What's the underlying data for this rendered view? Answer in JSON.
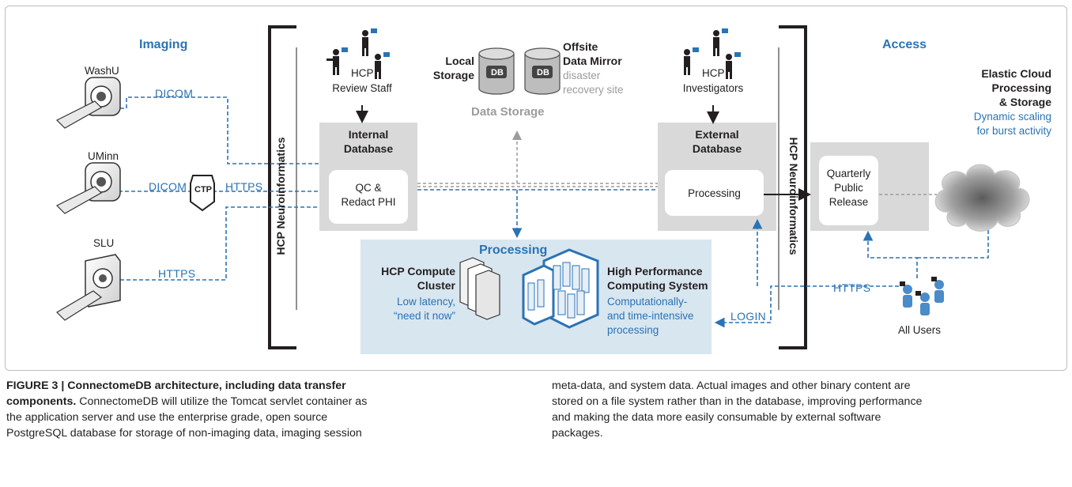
{
  "diagram": {
    "imaging_title": "Imaging",
    "access_title": "Access",
    "sites": {
      "washu": "WashU",
      "uminn": "UMinn",
      "slu": "SLU"
    },
    "protocols": {
      "dicom_washu": "DICOM",
      "dicom_uminn": "DICOM",
      "ctp": "CTP",
      "https_uminn": "HTTPS",
      "https_slu": "HTTPS",
      "https_users": "HTTPS",
      "login": "LOGIN"
    },
    "hcp_neuroinformatics_left": "HCP Neuroinformatics",
    "hcp_neuroinformatics_right": "HCP Neuroinformatics",
    "review_staff": {
      "line1": "HCP",
      "line2": "Review Staff"
    },
    "investigators": {
      "line1": "HCP",
      "line2": "Investigators"
    },
    "internal_db": {
      "title_line1": "Internal",
      "title_line2": "Database",
      "inner_line1": "QC &",
      "inner_line2": "Redact PHI"
    },
    "external_db": {
      "title_line1": "External",
      "title_line2": "Database",
      "inner": "Processing"
    },
    "storage": {
      "local_line1": "Local",
      "local_line2": "Storage",
      "db_label_1": "DB",
      "db_label_2": "DB",
      "offsite_line1": "Offsite",
      "offsite_line2": "Data Mirror",
      "recovery_line1": "disaster",
      "recovery_line2": "recovery site",
      "title": "Data Storage"
    },
    "processing": {
      "title": "Processing",
      "cluster_line1": "HCP Compute",
      "cluster_line2": "Cluster",
      "cluster_desc_line1": "Low latency,",
      "cluster_desc_line2": "“need it now”",
      "hpc_line1": "High Performance",
      "hpc_line2": "Computing System",
      "hpc_desc_line1": "Computationally-",
      "hpc_desc_line2": "and time-intensive",
      "hpc_desc_line3": "processing"
    },
    "release": {
      "line1": "Quarterly",
      "line2": "Public",
      "line3": "Release"
    },
    "cloud": {
      "line1": "Elastic Cloud",
      "line2": "Processing",
      "line3": "& Storage",
      "desc_line1": "Dynamic scaling",
      "desc_line2": "for burst activity"
    },
    "all_users": "All Users"
  },
  "caption": {
    "bold_line1": "FIGURE 3 | ConnectomeDB architecture, including data transfer",
    "bold_line2": "components.",
    "line2_rest": " ConnectomeDB will utilize the Tomcat servlet container as",
    "line3": "the application server and use the enterprise grade, open source",
    "line4": "PostgreSQL database for storage of non-imaging data, imaging session",
    "right_line1": "meta-data, and system data. Actual images and other binary content are",
    "right_line2": "stored on a file system rather than in the database, improving performance",
    "right_line3": "and making the data more easily consumable by external software",
    "right_line4": "packages."
  },
  "colors": {
    "blue": "#2a73b5",
    "gray_box": "#d9d9d9",
    "processing_bg": "#d8e6f0",
    "text": "#231f20"
  }
}
